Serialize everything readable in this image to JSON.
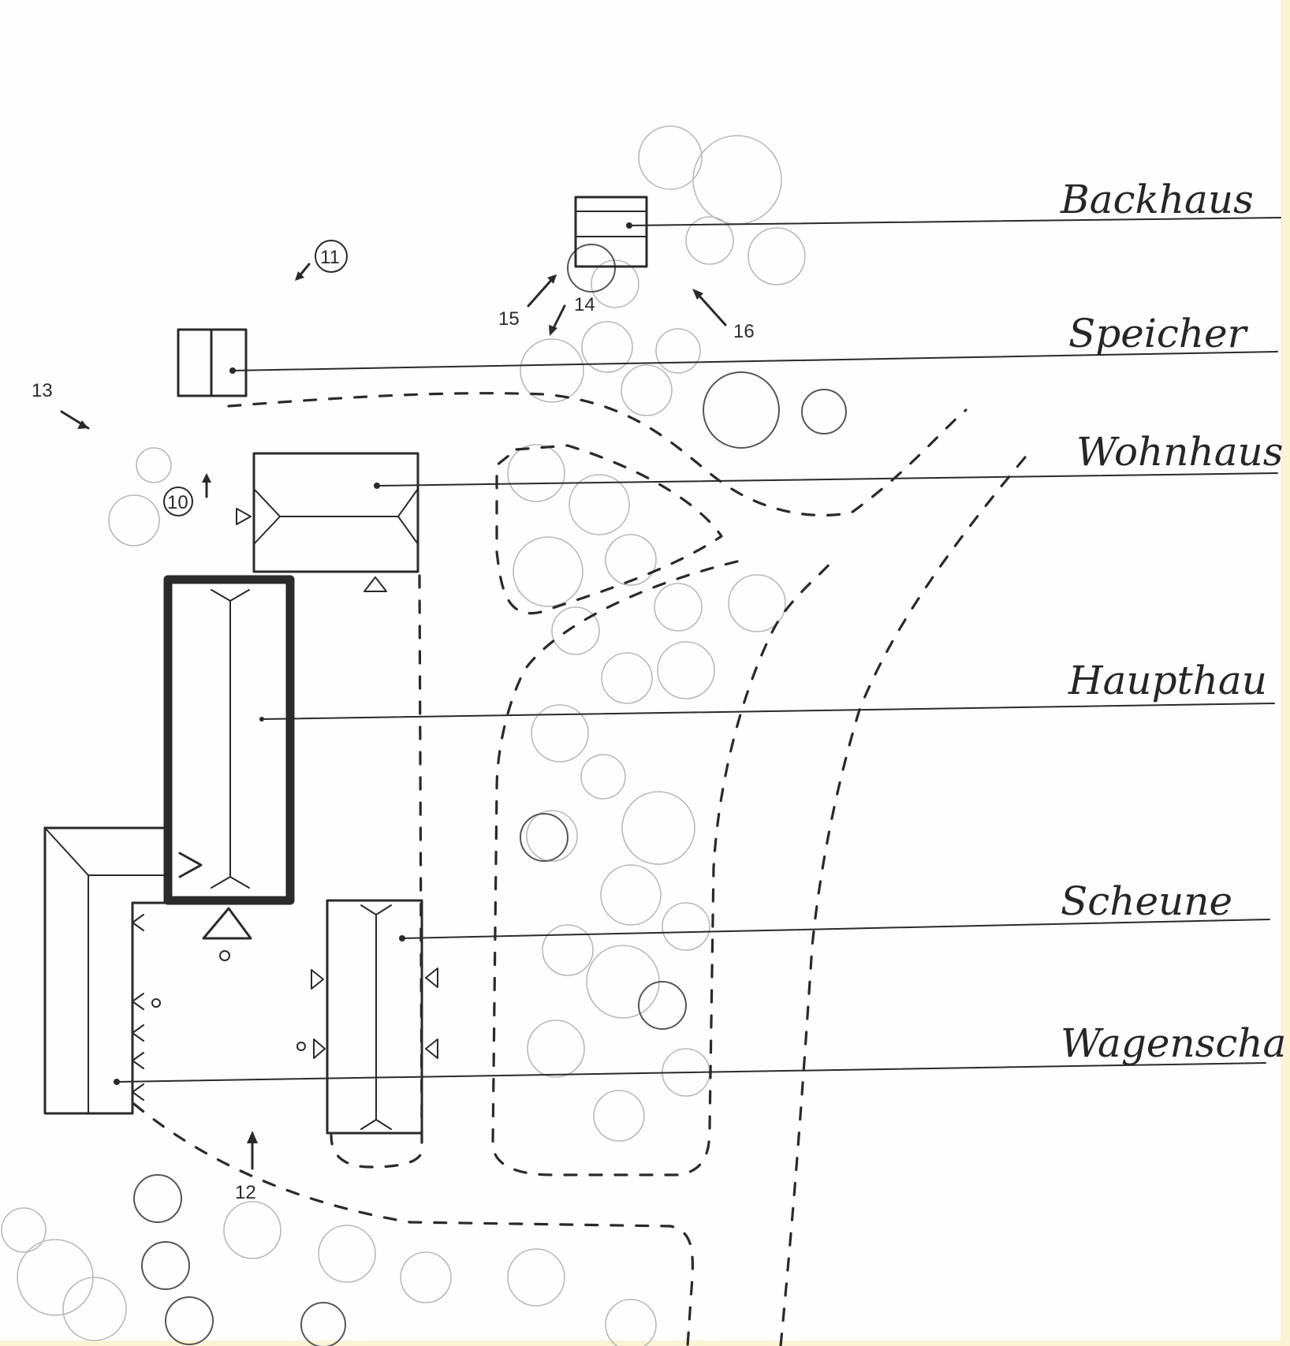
{
  "labels": {
    "backhaus": "Backhaus",
    "speicher": "Speicher",
    "wohnhaus": "Wohnhaus",
    "haupthaus": "Haupthau",
    "scheune": "Scheune",
    "wagenschau": "Wagenscha"
  },
  "viewpoints": {
    "v10": "10",
    "v11": "11",
    "v12": "12",
    "v13": "13",
    "v14": "14",
    "v15": "15",
    "v16": "16"
  },
  "colors": {
    "ink": "#2a2a2a",
    "paper": "#fefefe",
    "background": "#fbf3d4",
    "trees": "#b9b9b9"
  }
}
